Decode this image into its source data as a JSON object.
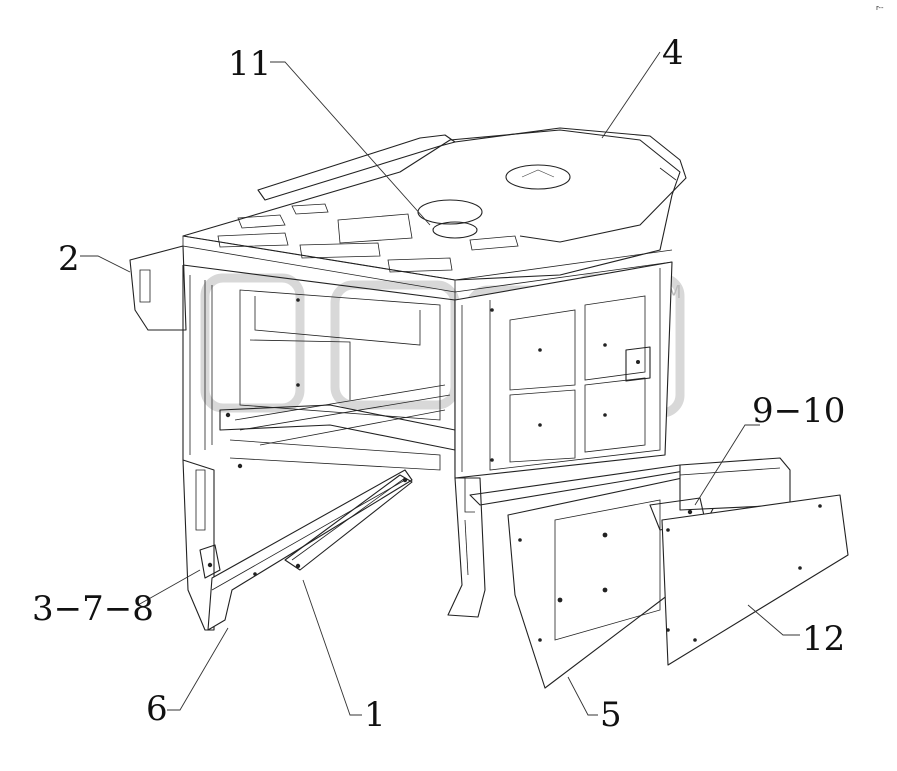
{
  "callouts": [
    {
      "id": "11",
      "label": "11"
    },
    {
      "id": "4",
      "label": "4"
    },
    {
      "id": "2",
      "label": "2"
    },
    {
      "id": "9-10",
      "label": "9−10"
    },
    {
      "id": "3-7-8",
      "label": "3−7−8"
    },
    {
      "id": "12",
      "label": "12"
    },
    {
      "id": "6",
      "label": "6"
    },
    {
      "id": "1",
      "label": "1"
    },
    {
      "id": "5",
      "label": "5"
    }
  ],
  "watermark": {
    "text": "TM"
  },
  "corner_mark": {
    "text": "r--"
  }
}
